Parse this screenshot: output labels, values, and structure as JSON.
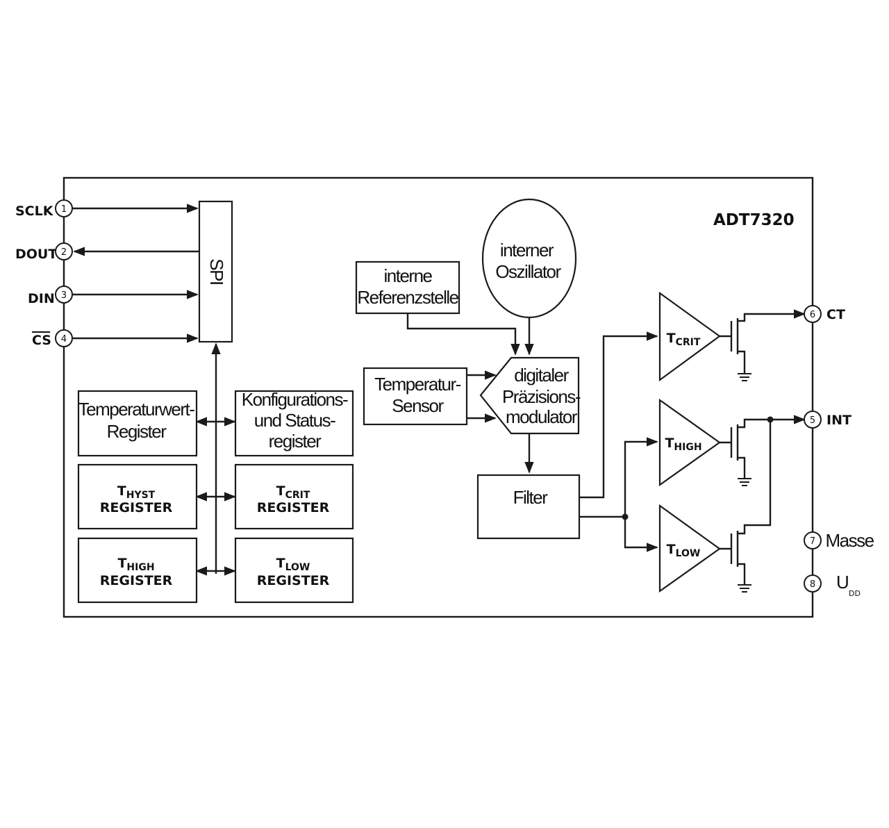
{
  "chip_name": "ADT7320",
  "pins": {
    "sclk": {
      "num": "1",
      "label": "SCLK"
    },
    "dout": {
      "num": "2",
      "label": "DOUT"
    },
    "din": {
      "num": "3",
      "label": "DIN"
    },
    "cs": {
      "num": "4",
      "label": "CS"
    },
    "int": {
      "num": "5",
      "label": "INT"
    },
    "ct": {
      "num": "6",
      "label": "CT"
    },
    "masse": {
      "num": "7",
      "label": "Masse"
    },
    "udd": {
      "num": "8",
      "label": "U",
      "sub": "DD"
    }
  },
  "blocks": {
    "spi": "SPI",
    "interne_ref": [
      "interne",
      "Referenzstelle"
    ],
    "oszillator": [
      "interner",
      "Oszillator"
    ],
    "temp_sensor": [
      "Temperatur-",
      "Sensor"
    ],
    "modulator": [
      "digitaler",
      "Präzisions-",
      "modulator"
    ],
    "filter": "Filter",
    "temp_register": [
      "Temperaturwert-",
      "Register"
    ],
    "konfig_register": [
      "Konfigurations-",
      "und Status-",
      "register"
    ],
    "thyst_register": {
      "t": "T",
      "sub": "HYST",
      "label": "REGISTER"
    },
    "tcrit_register": {
      "t": "T",
      "sub": "CRIT",
      "label": "REGISTER"
    },
    "thigh_register": {
      "t": "T",
      "sub": "HIGH",
      "label": "REGISTER"
    },
    "tlow_register": {
      "t": "T",
      "sub": "LOW",
      "label": "REGISTER"
    }
  },
  "comparators": {
    "crit": {
      "t": "T",
      "sub": "CRIT"
    },
    "high": {
      "t": "T",
      "sub": "HIGH"
    },
    "low": {
      "t": "T",
      "sub": "LOW"
    }
  }
}
